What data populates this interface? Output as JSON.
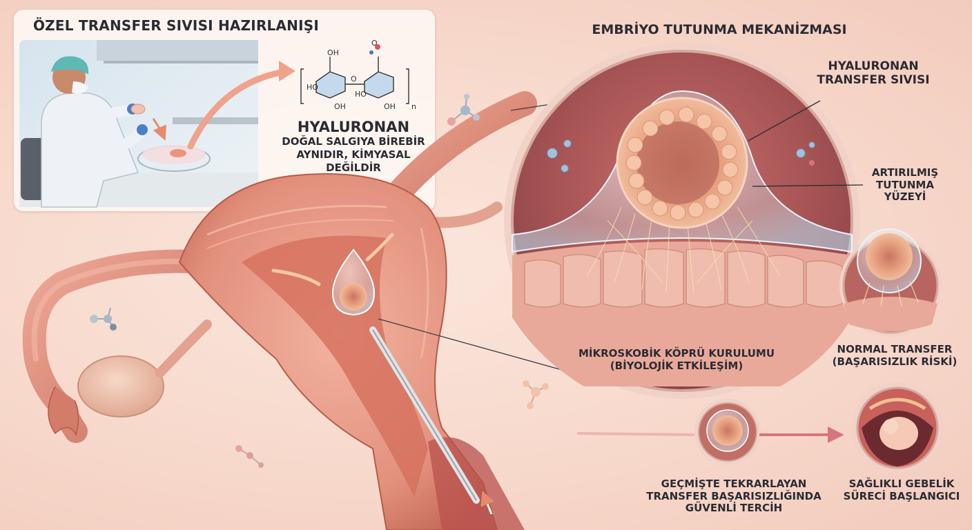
{
  "labels": {
    "prep_title": "ÖZEL TRANSFER SIVISI HAZIRLANIŞI",
    "hyaluronan": "HYALURONAN",
    "natural_line1": "DOĞAL SALGIYA BİREBİR",
    "natural_line2": "AYNIDIR, KİMYASAL DEĞİLDİR",
    "mech_title": "EMBRİYO TUTUNMA MEKANİZMASI",
    "fluid_line1": "HYALURONAN",
    "fluid_line2": "TRANSFER SIVISI",
    "surface_line1": "ARTIRILMIŞ",
    "surface_line2": "TUTUNMA",
    "surface_line3": "YÜZEYİ",
    "bridge_line1": "MİKROSKOBİK KÖPRÜ KURULUMU",
    "bridge_line2": "(BİYOLOJİK ETKİLEŞİM)",
    "normal_line1": "NORMAL TRANSFER",
    "normal_line2": "(BAŞARISIZLIK RİSKİ)",
    "history_line1": "GEÇMİŞTE TEKRARLAYAN",
    "history_line2": "TRANSFER BAŞARISIZLIĞINDA",
    "history_line3": "GÜVENLİ TERCİH",
    "healthy_line1": "SAĞLIKLI GEBELİK",
    "healthy_line2": "SÜRECİ BAŞLANGICI"
  },
  "formula": {
    "oh": "OH",
    "ho": "HO",
    "o": "O",
    "n": "n"
  },
  "colors": {
    "tissue": "#e79a86",
    "tissue_dark": "#b45a4a",
    "uterus_inner": "#d46f5c",
    "fluid": "#cfe6f2",
    "embryo": "#f0b08c",
    "accent_arrow": "#e58b6d",
    "text": "#2b2b33"
  }
}
